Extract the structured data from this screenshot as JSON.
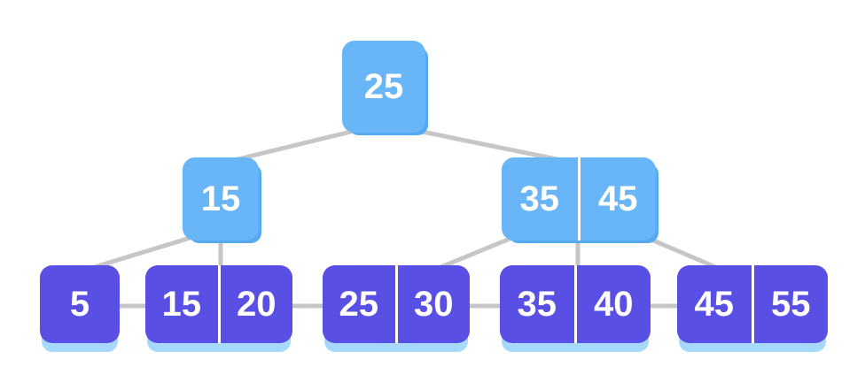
{
  "tree": {
    "kind": "b-plus-tree",
    "root": {
      "keys": [
        "25"
      ]
    },
    "internal": [
      {
        "keys": [
          "15"
        ]
      },
      {
        "keys": [
          "35",
          "45"
        ]
      }
    ],
    "leaves": [
      {
        "keys": [
          "5"
        ]
      },
      {
        "keys": [
          "15",
          "20"
        ]
      },
      {
        "keys": [
          "25",
          "30"
        ]
      },
      {
        "keys": [
          "35",
          "40"
        ]
      },
      {
        "keys": [
          "45",
          "55"
        ]
      }
    ],
    "colors": {
      "internal_node": "#68b6f8",
      "internal_shade": "#54a9ef",
      "leaf_node": "#5a4fe4",
      "leaf_shade": "#a6d9fb",
      "edge": "#c6c6c6",
      "key_text": "#ffffff"
    }
  }
}
